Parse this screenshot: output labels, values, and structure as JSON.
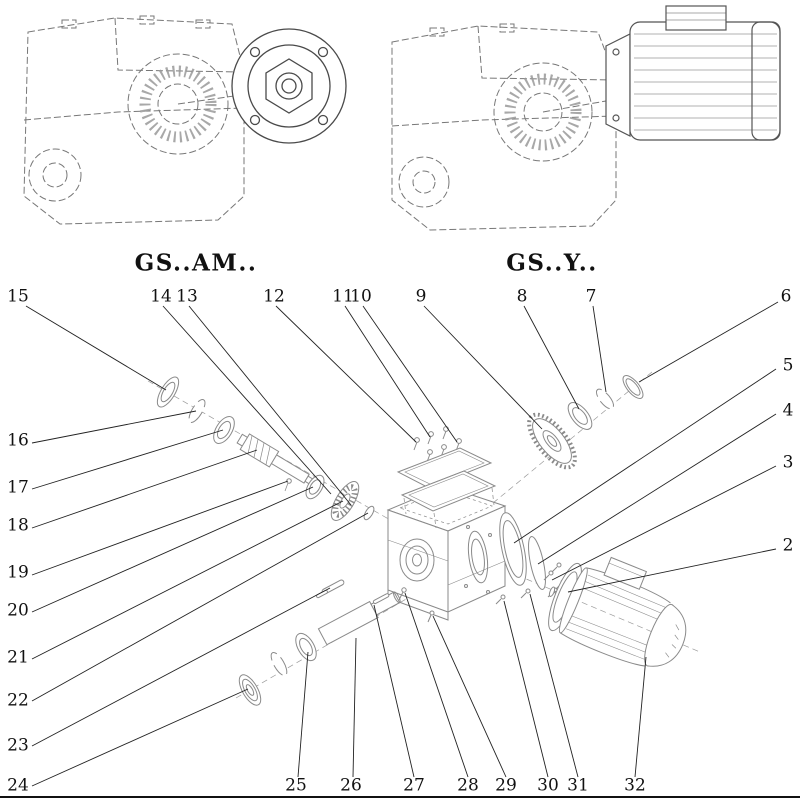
{
  "drawing": {
    "type": "exploded-parts-diagram",
    "subject": "helical worm gear reducer / gearmotor",
    "colors": {
      "leader_line": "#222222",
      "part_outline": "#8a8a8a",
      "phantom_outline": "#777777",
      "text": "#111111",
      "background": "#ffffff"
    }
  },
  "variant_labels": {
    "left": "GS..AM..",
    "right": "GS..Y.."
  },
  "callouts": [
    "15",
    "14",
    "13",
    "12",
    "11",
    "10",
    "9",
    "8",
    "7",
    "6",
    "16",
    "17",
    "18",
    "19",
    "20",
    "21",
    "22",
    "23",
    "24",
    "25",
    "26",
    "27",
    "28",
    "29",
    "30",
    "31",
    "32",
    "5",
    "4",
    "3",
    "2"
  ]
}
